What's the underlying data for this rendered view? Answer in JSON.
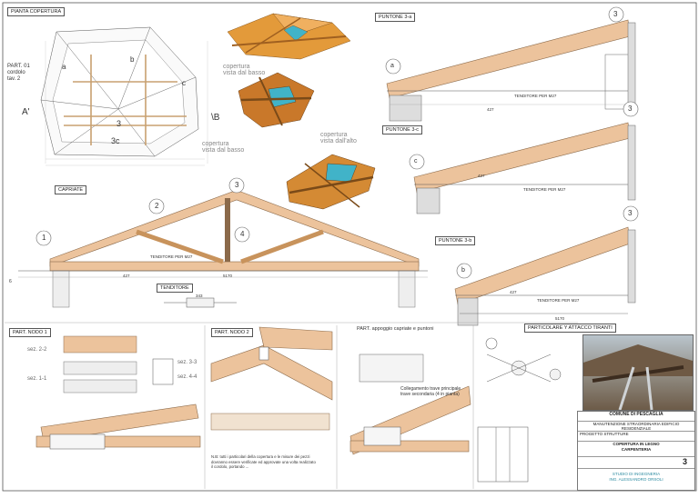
{
  "colors": {
    "wood": "#e8b98a",
    "wood_dark": "#c98b52",
    "line": "#444444",
    "teal": "#41b3c8",
    "iso_wood": "#e39a3a"
  },
  "panels": {
    "pianta": {
      "title": "PIANTA COPERTURA",
      "part_label": "PART. 01\ncordolo\ntav. 2",
      "a_label": "a",
      "b_label": "b",
      "c_label": "c",
      "three_label": "3",
      "three_c_label": "3c",
      "A_marker": "A'",
      "B_marker": "\\B"
    },
    "iso": {
      "caption1": "copertura\nvista dal basso",
      "caption2": "copertura\nvista dal basso",
      "caption3": "copertura\nvista dall'alto"
    },
    "puntone_a": {
      "title": "PUNTONE 3-a",
      "circle": "a",
      "num": "3",
      "tie_label": "TENDITORE PER M27",
      "dim": "427"
    },
    "puntone_c": {
      "title": "PUNTONE 3-c",
      "circle": "c",
      "num": "3",
      "tie_label": "TENDITORE PER M27",
      "dim": "427"
    },
    "puntone_b": {
      "title": "PUNTONE 3-b",
      "circle": "b",
      "num": "3",
      "tie_label": "TENDITORE PER M27",
      "dim": "427",
      "total": "5170"
    },
    "capriate": {
      "title": "CAPRIATE",
      "nodes": [
        "1",
        "2",
        "3",
        "4"
      ],
      "tie_label": "TENDITORE PER M27",
      "dim_left": "427",
      "dim_total": "5170",
      "span": "6"
    },
    "tenditore": {
      "title": "TENDITORE",
      "dim": "343"
    },
    "nodo1": {
      "title": "PART. NODO 1",
      "sec_a": "sez. 2-2",
      "sec_b": "sez. 1-1",
      "sec_c": "sez. 3-3",
      "sec_d": "sez. 4-4"
    },
    "nodo2": {
      "title": "PART. NODO 2",
      "note": "N.B: tutti i particolari della copertura e le misure dei pezzi\ndovranno essere verificate ed approvate una volta realizzato\nil cordolo, portando ..."
    },
    "appoggi": {
      "title": "PART. appoggio capriate e puntoni",
      "sub": "Collegamento trave principale\ntrave secondaria (4 in pianta)"
    },
    "tiranti": {
      "title": "PARTICOLARE Y ATTACCO TIRANTI"
    },
    "title_block": {
      "comune": "COMUNE DI PESCAGLIA",
      "oggetto": "MANUTENZIONE STRAORDINARIA EDIFICIO RESIDENZIALE",
      "progetto": "PROGETTO STRUTTURE",
      "tavola_title": "COPERTURA IN LEGNO\nCARPENTERIA",
      "tav_num": "3",
      "studio": "STUDIO DI INGEGNERIA\nING. ALESSANDRO ORSOLI"
    }
  }
}
